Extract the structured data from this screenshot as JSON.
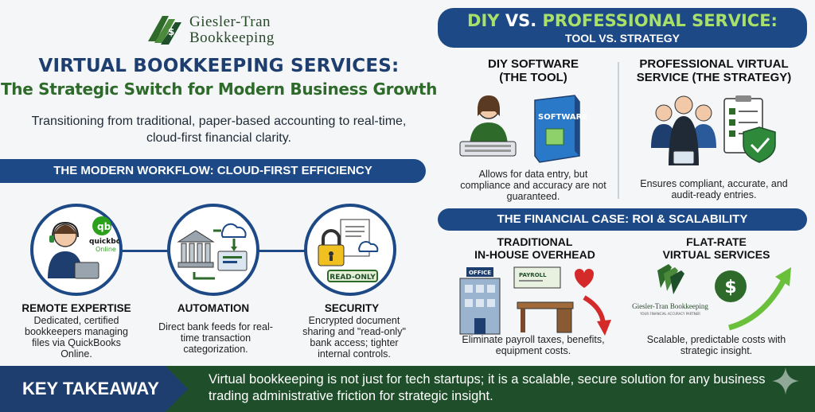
{
  "brand": {
    "name_line1": "Giesler-Tran",
    "name_line2": "Bookkeeping",
    "small_logo_name": "Giesler-Tran Bookkeeping",
    "small_logo_tagline": "YOUR FINANCIAL ACCURACY PARTNER"
  },
  "hero": {
    "title": "VIRTUAL BOOKKEEPING SERVICES:",
    "subtitle": "The Strategic Switch for Modern Business Growth",
    "intro": "Transitioning from traditional, paper-based accounting to real-time, cloud-first financial clarity."
  },
  "workflow": {
    "banner": "THE MODERN WORKFLOW: CLOUD-FIRST EFFICIENCY",
    "qb_logo_line1": "quickbooks",
    "qb_logo_line2": "Online",
    "readonly_tag": "READ-ONLY",
    "items": [
      {
        "title": "REMOTE EXPERTISE",
        "text": "Dedicated, certified bookkeepers managing files via QuickBooks Online."
      },
      {
        "title": "AUTOMATION",
        "text": "Direct bank feeds for real-time transaction categorization."
      },
      {
        "title": "SECURITY",
        "text": "Encrypted document sharing and \"read-only\" bank access; tighter internal controls."
      }
    ]
  },
  "comparison": {
    "banner_diy": "DIY",
    "banner_vs": "VS.",
    "banner_pro": "PROFESSIONAL SERVICE:",
    "banner_sub": "TOOL VS. STRATEGY",
    "diy": {
      "head_line1": "DIY SOFTWARE",
      "head_line2": "(THE TOOL)",
      "box_label": "SOFTWARE",
      "text": "Allows for data entry, but compliance and accuracy are not guaranteed."
    },
    "pro": {
      "head_line1": "PROFESSIONAL VIRTUAL",
      "head_line2": "SERVICE (THE STRATEGY)",
      "text": "Ensures compliant, accurate, and audit-ready entries."
    }
  },
  "roi": {
    "banner": "THE FINANCIAL CASE: ROI & SCALABILITY",
    "traditional": {
      "head_line1": "TRADITIONAL",
      "head_line2": "IN-HOUSE OVERHEAD",
      "office_sign": "OFFICE",
      "payroll_label": "PAYROLL",
      "text": "Eliminate payroll taxes, benefits, equipment costs."
    },
    "virtual": {
      "head_line1": "FLAT-RATE",
      "head_line2": "VIRTUAL SERVICES",
      "text": "Scalable, predictable costs with strategic insight."
    }
  },
  "takeaway": {
    "label": "KEY TAKEAWAY",
    "text": "Virtual bookkeeping is not just for tech startups; it is a scalable, secure solution for any business trading administrative friction for strategic insight."
  },
  "colors": {
    "navy": "#1d4a86",
    "dark_navy": "#1d3e6e",
    "green": "#2e6b2a",
    "dark_green": "#1f4f2a",
    "lime_accent": "#a8e06a",
    "warning_red": "#d42a2a"
  }
}
